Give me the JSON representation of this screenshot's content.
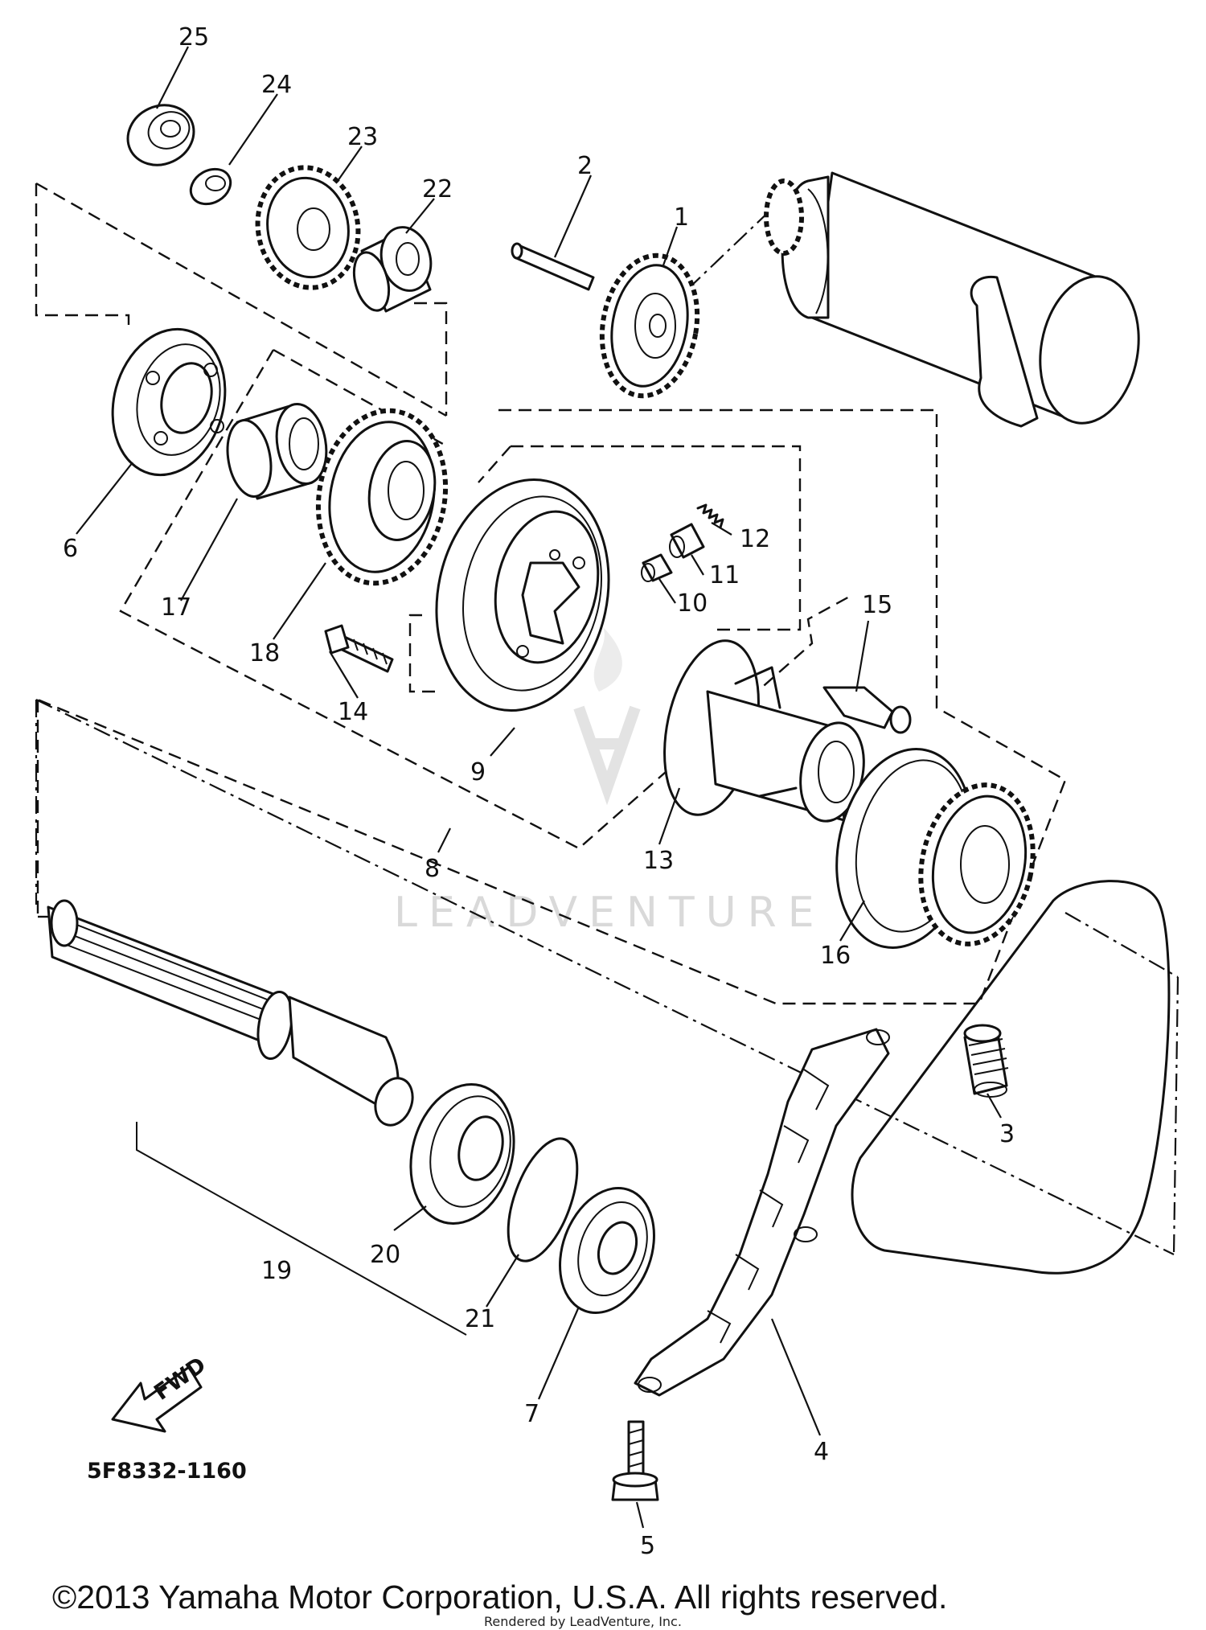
{
  "diagram": {
    "part_callouts": [
      "1",
      "2",
      "3",
      "4",
      "5",
      "6",
      "7",
      "8",
      "9",
      "10",
      "11",
      "12",
      "13",
      "14",
      "15",
      "16",
      "17",
      "18",
      "19",
      "20",
      "21",
      "22",
      "23",
      "24",
      "25"
    ],
    "fwd_label": "FWD",
    "drawing_code": "5F8332-1160",
    "watermark": "LEADVENTURE",
    "copyright": "©2013 Yamaha Motor Corporation, U.S.A. All rights reserved.",
    "render_credit": "Rendered by LeadVenture, Inc."
  },
  "colors": {
    "ink": "#111111",
    "background": "#ffffff",
    "watermark": "#d9d9d9"
  }
}
